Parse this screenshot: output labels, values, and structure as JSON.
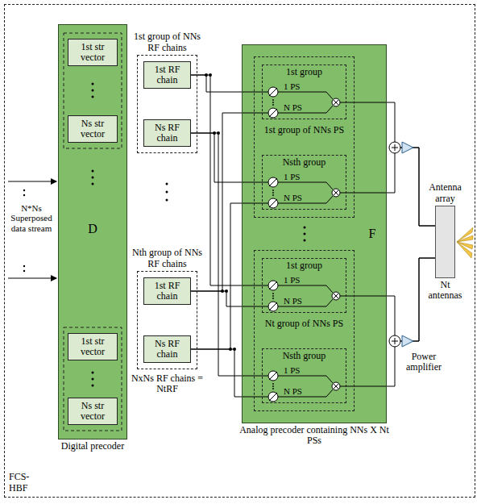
{
  "diagram": {
    "nodes": [
      {
        "text": [
          "FCS-HBF"
        ]
      },
      {
        "text": [
          "D",
          "Digital precoder"
        ],
        "in": 0
      },
      {
        "text": [
          "1st str vector"
        ],
        "in": 1
      },
      {
        "text": [
          "Ns str vector"
        ],
        "in": 1
      },
      {
        "text": [
          "1st str vector"
        ],
        "in": 1
      },
      {
        "text": [
          "Ns str vector"
        ],
        "in": 1
      },
      {
        "text": [
          "1st group of NNs RF chains"
        ],
        "in": 0
      },
      {
        "text": [
          "1st RF chain"
        ],
        "in": 6
      },
      {
        "text": [
          "Ns RF chain"
        ],
        "in": 6
      },
      {
        "text": [
          "Nth group of NNs RF chains"
        ],
        "in": 0
      },
      {
        "text": [
          "1st RF chain"
        ],
        "in": 9
      },
      {
        "text": [
          "Ns RF chain"
        ],
        "in": 9
      },
      {
        "text": [
          "F",
          "Analog precoder containing NNs X Nt PSs"
        ],
        "in": 0
      },
      {
        "text": [
          "1st group of NNs PS"
        ],
        "in": 12
      },
      {
        "text": [
          "1st group",
          "1 PS",
          "N PS"
        ],
        "in": 13
      },
      {
        "text": [
          "Nsth group",
          "1 PS",
          "N PS"
        ],
        "in": 13
      },
      {
        "text": [
          "Nt group of NNs PS"
        ],
        "in": 12
      },
      {
        "text": [
          "1st group",
          "1 PS",
          "N PS"
        ],
        "in": 16
      },
      {
        "text": [
          "Nsth group",
          "1 PS",
          "N PS"
        ],
        "in": 16
      },
      {
        "text": [
          "Antenna array",
          "Nt antennas"
        ],
        "in": 0
      }
    ],
    "edges": [
      {
        "from": 7,
        "to": 14,
        "arrow": "none"
      },
      {
        "from": 7,
        "to": 17,
        "arrow": "none"
      },
      {
        "from": 8,
        "to": 15,
        "arrow": "none"
      },
      {
        "from": 8,
        "to": 18,
        "arrow": "none"
      },
      {
        "from": 10,
        "to": 14,
        "arrow": "none"
      },
      {
        "from": 10,
        "to": 17,
        "arrow": "none"
      },
      {
        "from": 11,
        "to": 15,
        "arrow": "none"
      },
      {
        "from": 11,
        "to": 18,
        "arrow": "none"
      },
      {
        "from": 14,
        "to": 19,
        "arrow": "none"
      },
      {
        "from": 15,
        "to": 19,
        "arrow": "none"
      },
      {
        "from": 17,
        "to": 19,
        "arrow": "none"
      },
      {
        "from": 18,
        "to": 19,
        "arrow": "none"
      }
    ],
    "labels": [
      "N*Ns Superposed data stream",
      "NxNs RF chains = NtRF",
      "Power amplifier"
    ]
  }
}
